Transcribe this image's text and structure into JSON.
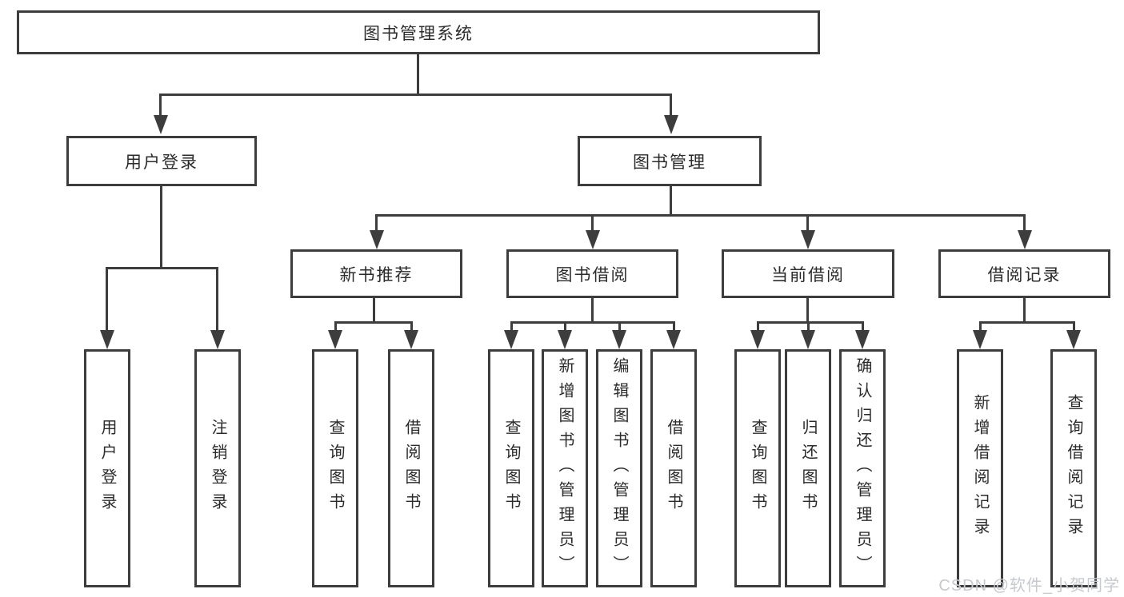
{
  "tree": {
    "label": "图书管理系统",
    "children": [
      {
        "label": "用户登录",
        "children": [
          {
            "label": "用户登录"
          },
          {
            "label": "注销登录"
          }
        ]
      },
      {
        "label": "图书管理",
        "children": [
          {
            "label": "新书推荐",
            "children": [
              {
                "label": "查询图书"
              },
              {
                "label": "借阅图书"
              }
            ]
          },
          {
            "label": "图书借阅",
            "children": [
              {
                "label": "查询图书"
              },
              {
                "label": "新增图书（管理员）"
              },
              {
                "label": "编辑图书（管理员）"
              },
              {
                "label": "借阅图书"
              }
            ]
          },
          {
            "label": "当前借阅",
            "children": [
              {
                "label": "查询图书"
              },
              {
                "label": "归还图书"
              },
              {
                "label": "确认归还（管理员）"
              }
            ]
          },
          {
            "label": "借阅记录",
            "children": [
              {
                "label": "新增借阅记录"
              },
              {
                "label": "查询借阅记录"
              }
            ]
          }
        ]
      }
    ]
  },
  "watermark": {
    "text": "CSDN @软件_小贺同学"
  },
  "colors": {
    "line": "#3d3d3d",
    "border": "#3d3d3d",
    "text": "#2b2b2b",
    "watermark": "#c6c9ce",
    "background": "#ffffff"
  }
}
